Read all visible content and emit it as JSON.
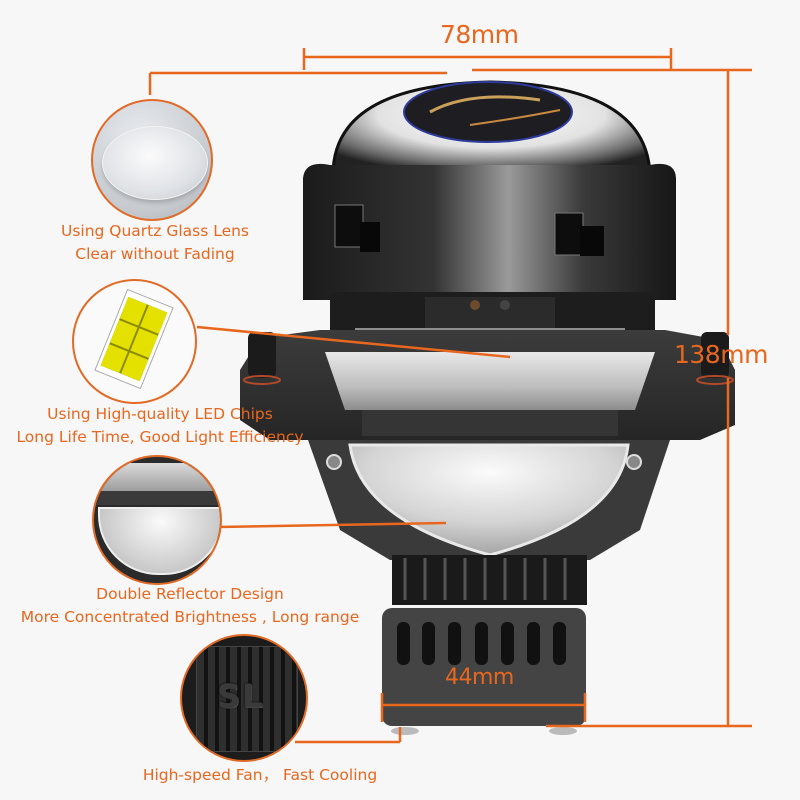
{
  "dimensions": {
    "width_label": "78mm",
    "height_label": "138mm",
    "base_label": "44mm"
  },
  "callouts": [
    {
      "title": "Using Quartz Glass Lens",
      "subtitle": "Clear without Fading",
      "icon": "quartz-lens"
    },
    {
      "title": "Using High-quality LED Chips",
      "subtitle": "Long Life Time, Good Light Efficiency",
      "icon": "led-chip"
    },
    {
      "title": "Double Reflector Design",
      "subtitle": "More Concentrated Brightness , Long range",
      "icon": "reflector"
    },
    {
      "title": "High-speed Fan，  Fast Cooling",
      "subtitle": "",
      "icon": "fan"
    }
  ],
  "fan_logo": "SL",
  "colors": {
    "accent": "#e8671e",
    "background": "#f7f7f7",
    "led_yellow": "#e4e000",
    "housing_dark": "#2a2a2a",
    "metal": "#c9c9c9"
  }
}
